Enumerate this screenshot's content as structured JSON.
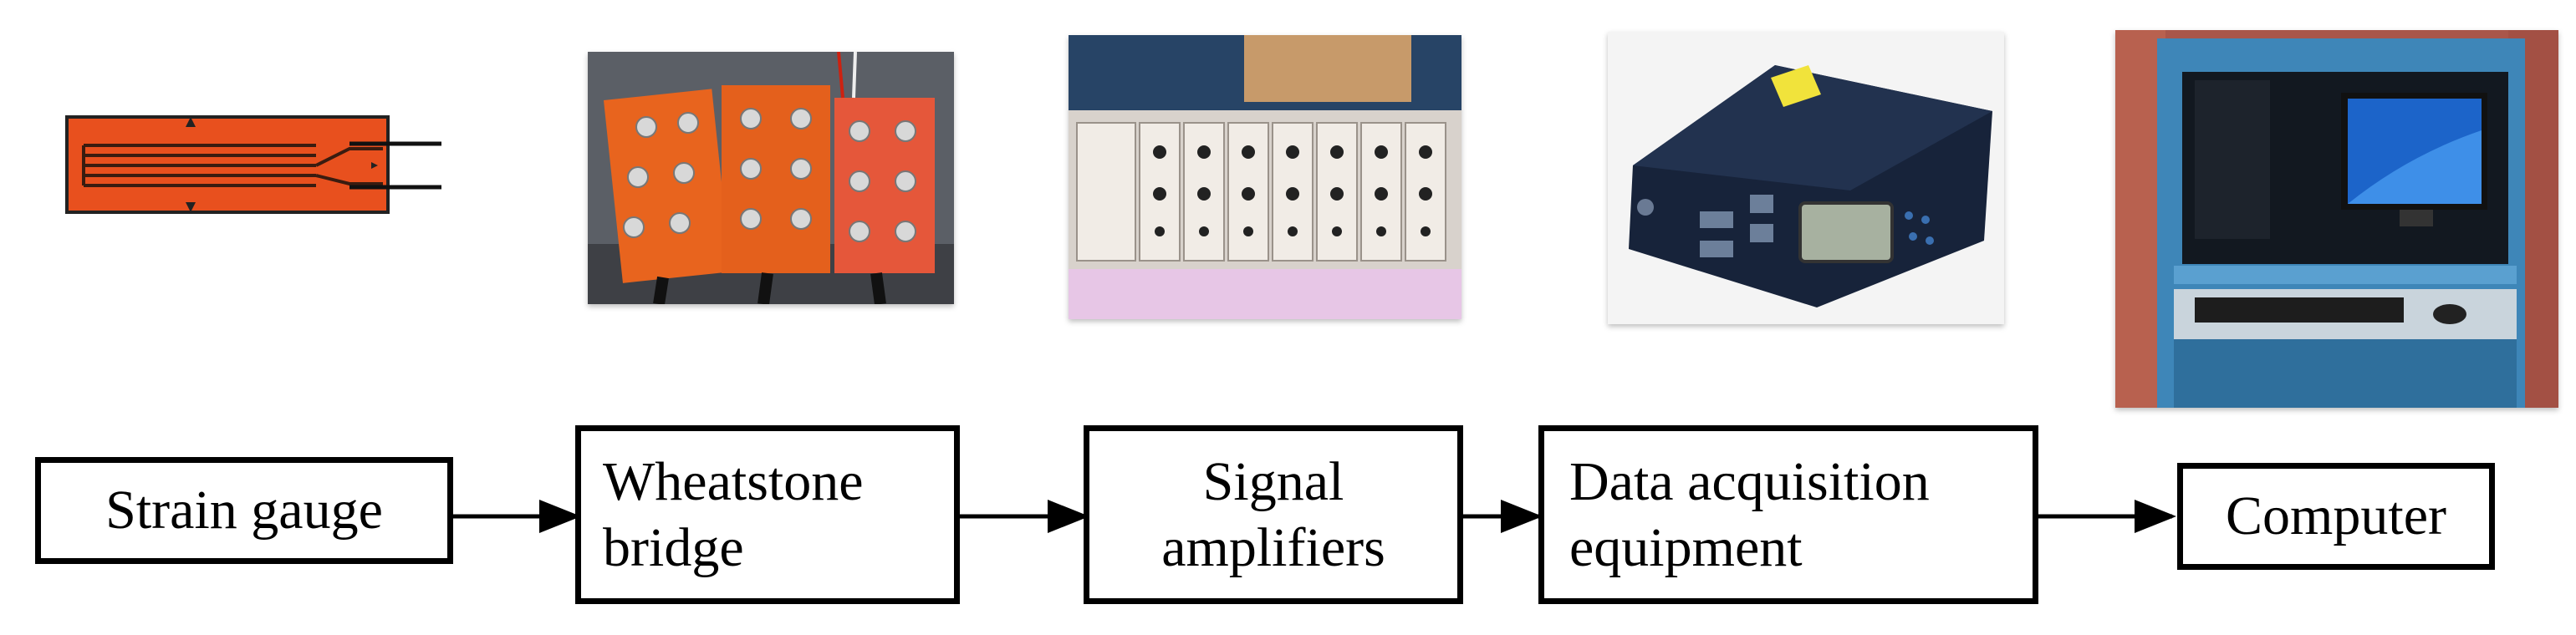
{
  "pipeline": {
    "strain_gauge": {
      "label": "Strain gauge",
      "image": "strain-gauge-icon"
    },
    "wheatstone_bridge": {
      "line1": "Wheatstone",
      "line2": "bridge",
      "image": "wheatstone-bridge-photo"
    },
    "signal_amplifiers": {
      "line1": "Signal",
      "line2": "amplifiers",
      "image": "signal-amplifier-rack-photo"
    },
    "data_acquisition": {
      "line1": "Data acquisition",
      "line2": "equipment",
      "image": "data-acquisition-unit-photo"
    },
    "computer": {
      "label": "Computer",
      "image": "computer-workstation-photo"
    }
  },
  "colors": {
    "gauge_orange": "#e8501e",
    "board_orange": "#e8641e",
    "box_border": "#000000",
    "arrow": "#000000"
  }
}
